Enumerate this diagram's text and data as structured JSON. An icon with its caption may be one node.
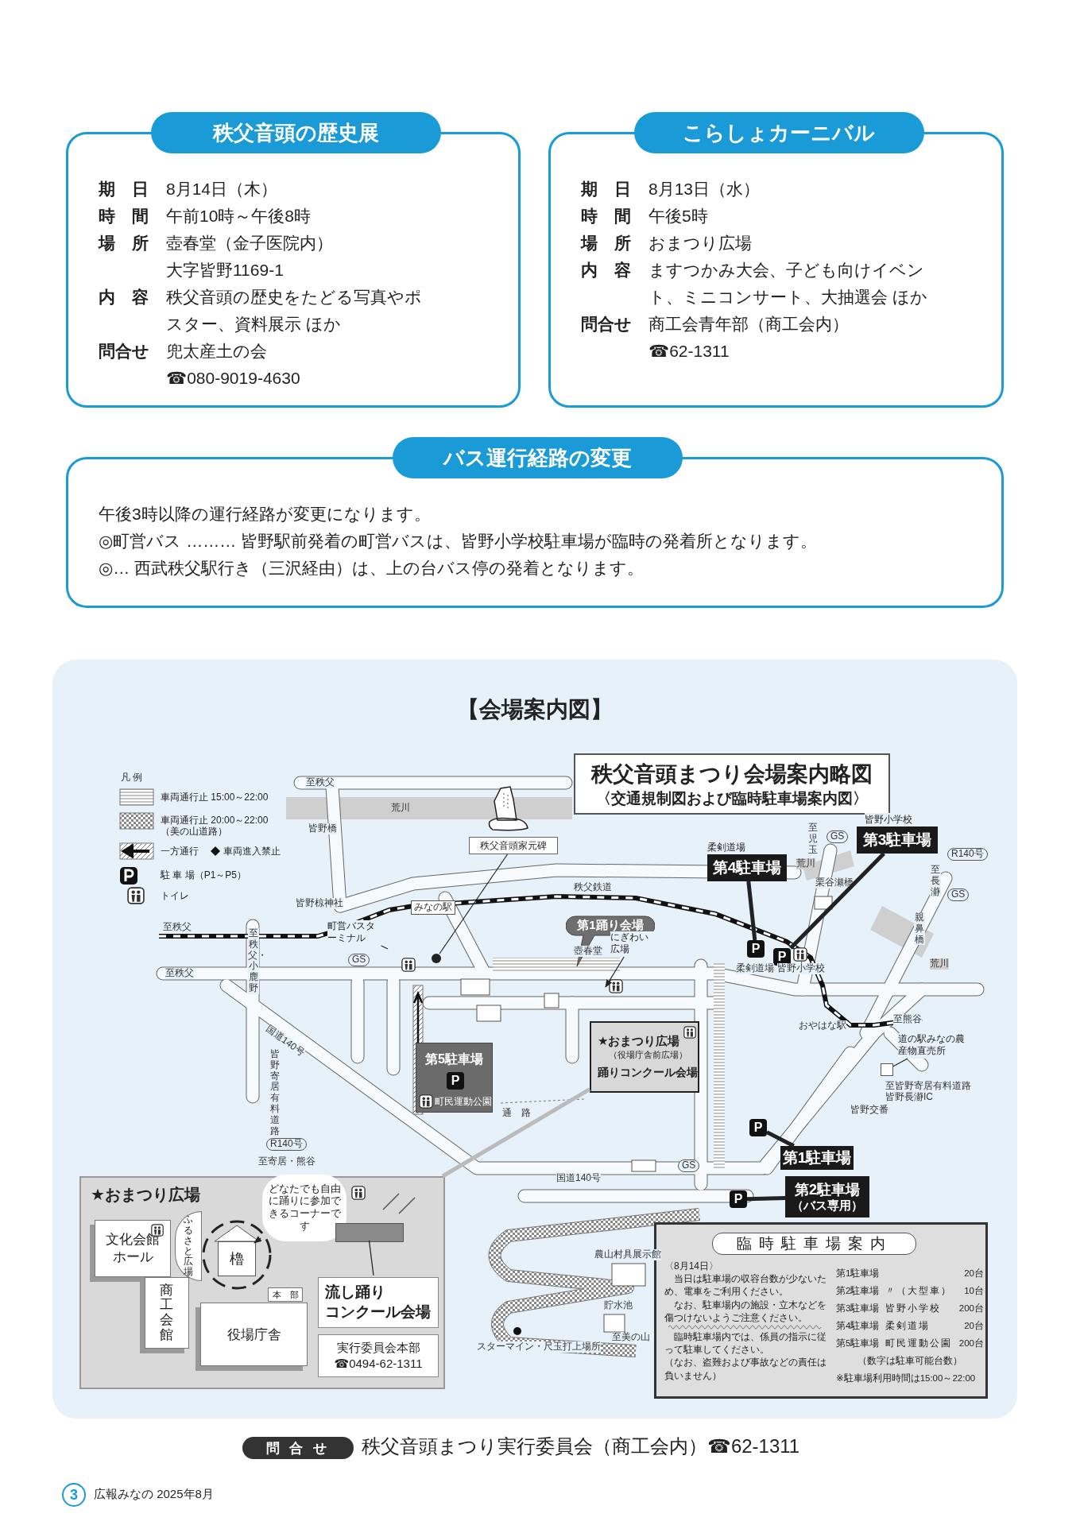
{
  "diagram": {
    "nodes": [
      {
        "text": [
          "秩父音頭の歴史展",
          "期　日",
          "8月14日（木）",
          "時　間",
          "午前10時～午後8時",
          "場　所",
          "壺春堂（金子医院内）",
          "大字皆野1169-1",
          "内　容",
          "秩父音頭の歴史をたどる写真やポスター、資料展示 ほか",
          "問合せ",
          "兜太産土の会",
          "☎080-9019-4630"
        ]
      },
      {
        "text": [
          "こらしょカーニバル",
          "期　日",
          "8月13日（水）",
          "時　間",
          "午後5時",
          "場　所",
          "おまつり広場",
          "内　容",
          "ますつかみ大会、子ども向けイベント、ミニコンサート、大抽選会 ほか",
          "問合せ",
          "商工会青年部（商工会内）",
          "☎62-1311"
        ]
      },
      {
        "text": [
          "バス運行経路の変更",
          "午後3時以降の運行経路が変更になります。",
          "◎町営バス ……… 皆野駅前発着の町営バスは、皆野小学校駐車場が臨時の発着所となります。",
          "◎… 西武秩父駅行き（三沢経由）は、上の台バス停の発着となります。"
        ]
      },
      {
        "text": [
          "【会場案内図】"
        ]
      },
      {
        "text": [
          "秩父音頭まつり会場案内略図",
          "〈交通規制図および臨時駐車場案内図〉"
        ],
        "in": 3
      },
      {
        "text": [
          "秩父音頭家元碑"
        ],
        "in": 3
      },
      {
        "text": [],
        "shape": "circle",
        "in": 3
      },
      {
        "text": [
          "第1踊り会場"
        ],
        "in": 3
      },
      {
        "text": [
          "第4駐車場"
        ],
        "beside": [
          "柔剣道場"
        ],
        "in": 3
      },
      {
        "text": [
          "P"
        ],
        "in": 3
      },
      {
        "text": [
          "第3駐車場"
        ],
        "beside": [
          "皆野小学校"
        ],
        "in": 3
      },
      {
        "text": [
          "P"
        ],
        "in": 3
      },
      {
        "text": [
          "第5駐車場",
          "P",
          "町民運動公園"
        ],
        "in": 3
      },
      {
        "text": [
          "★おまつり広場",
          "（役場庁舎前広場）",
          "踊りコンクール会場"
        ],
        "in": 3
      },
      {
        "text": [
          "第1駐車場"
        ],
        "in": 3
      },
      {
        "text": [
          "P"
        ],
        "in": 3
      },
      {
        "text": [
          "第2駐車場",
          "（バス専用）"
        ],
        "in": 3
      },
      {
        "text": [
          "P"
        ],
        "in": 3
      },
      {
        "text": [
          "町営バスターミナル"
        ],
        "in": 3
      },
      {
        "text": [
          "にぎわい広場"
        ],
        "in": 3
      },
      {
        "text": [
          "道の駅みなの農産物直売所"
        ],
        "in": 3
      },
      {
        "text": [],
        "shape": "box",
        "in": 3
      },
      {
        "text": [
          "★おまつり広場"
        ],
        "in": 3
      },
      {
        "text": [
          "文化会館ホール"
        ],
        "in": 22
      },
      {
        "text": [
          "ふるさと広場"
        ],
        "in": 22
      },
      {
        "text": [
          "櫓"
        ],
        "in": 22
      },
      {
        "text": [
          "どなたでも自由に踊りに参加できるコーナーです"
        ],
        "in": 22
      },
      {
        "text": [
          "商工会館"
        ],
        "in": 22
      },
      {
        "text": [
          "本　部"
        ],
        "in": 22
      },
      {
        "text": [
          "役場庁舎"
        ],
        "in": 22
      },
      {
        "text": [],
        "shape": "box",
        "in": 22
      },
      {
        "text": [
          "流し踊り",
          "コンクール会場"
        ],
        "in": 22
      },
      {
        "text": [
          "実行委員会本部",
          "☎0494-62-1311"
        ],
        "in": 22
      },
      {
        "text": [
          "臨時駐車場案内",
          "〈8月14日〉",
          "当日は駐車場の収容台数が少ないため、電車をご利用ください。",
          "なお、駐車場内の施設・立木などを傷つけないようご注意ください。",
          "臨時駐車場内では、係員の指示に従って駐車してください。",
          "（なお、盗難および事故などの責任は負いません）",
          "第1駐車場",
          "20台",
          "第2駐車場",
          "〃（大型車）",
          "10台",
          "第3駐車場",
          "皆野小学校",
          "200台",
          "第4駐車場",
          "柔剣道場",
          "20台",
          "第5駐車場",
          "町民運動公園",
          "200台",
          "（数字は駐車可能台数）",
          "※駐車場利用時間は15:00～22:00"
        ],
        "in": 3
      },
      {
        "text": [
          "問 合 せ"
        ]
      },
      {
        "text": [
          "3"
        ]
      }
    ],
    "edges": [
      {
        "from": 5,
        "to": 6,
        "arrow": "none"
      },
      {
        "from": 8,
        "to": 9,
        "arrow": "none",
        "style": "thick"
      },
      {
        "from": 10,
        "to": 11,
        "arrow": "none",
        "style": "thick"
      },
      {
        "from": 14,
        "to": 15,
        "arrow": "none",
        "style": "thick"
      },
      {
        "from": 16,
        "to": 17,
        "arrow": "none",
        "style": "thick"
      },
      {
        "from": 18,
        "to": null,
        "arrow": "none"
      },
      {
        "from": 19,
        "to": null,
        "arrow": "to"
      },
      {
        "from": 20,
        "to": 21,
        "arrow": "none"
      },
      {
        "from": 13,
        "to": 22,
        "arrow": "none",
        "style": "thick",
        "color": "#bbbbbb"
      },
      {
        "from": 26,
        "to": 25,
        "arrow": "to"
      },
      {
        "from": 31,
        "to": 30,
        "arrow": "none"
      }
    ],
    "labels": [
      "凡 例",
      "至秩父",
      "荒川",
      "皆野橋",
      "秩父鉄道",
      "皆野椋神社",
      "みなの駅",
      "至秩父",
      "至秩父・小鹿野",
      "GS",
      "至秩父",
      "壺春堂",
      "国道140号",
      "皆野寄居有料道路",
      "R140号",
      "至寄居・熊谷",
      "通　路",
      "国道140号",
      "GS",
      "柔剣道場",
      "皆野小学校",
      "至児玉",
      "GS",
      "荒川",
      "栗谷瀬橋",
      "R140号",
      "至長瀞",
      "GS",
      "親鼻橋",
      "荒川",
      "おやはな駅",
      "至熊谷",
      "至皆野寄居有料道路",
      "皆野長瀞IC",
      "皆野交番",
      "農山村具展示館",
      "貯水池",
      "スターマイン・尺玉打上場所",
      "至美の山",
      "秩父音頭まつり実行委員会（商工会内）",
      "☎62-1311",
      "広報みなの 2025年8月"
    ],
    "legend": [
      {
        "text": "車両通行止 15:00～22:00"
      },
      {
        "text": "車両通行止 20:00～22:00 （美の山道路）"
      },
      {
        "text": "一方通行"
      },
      {
        "text": "車両進入禁止"
      },
      {
        "text": "駐 車 場（P1～P5）"
      },
      {
        "text": "トイレ"
      }
    ]
  }
}
